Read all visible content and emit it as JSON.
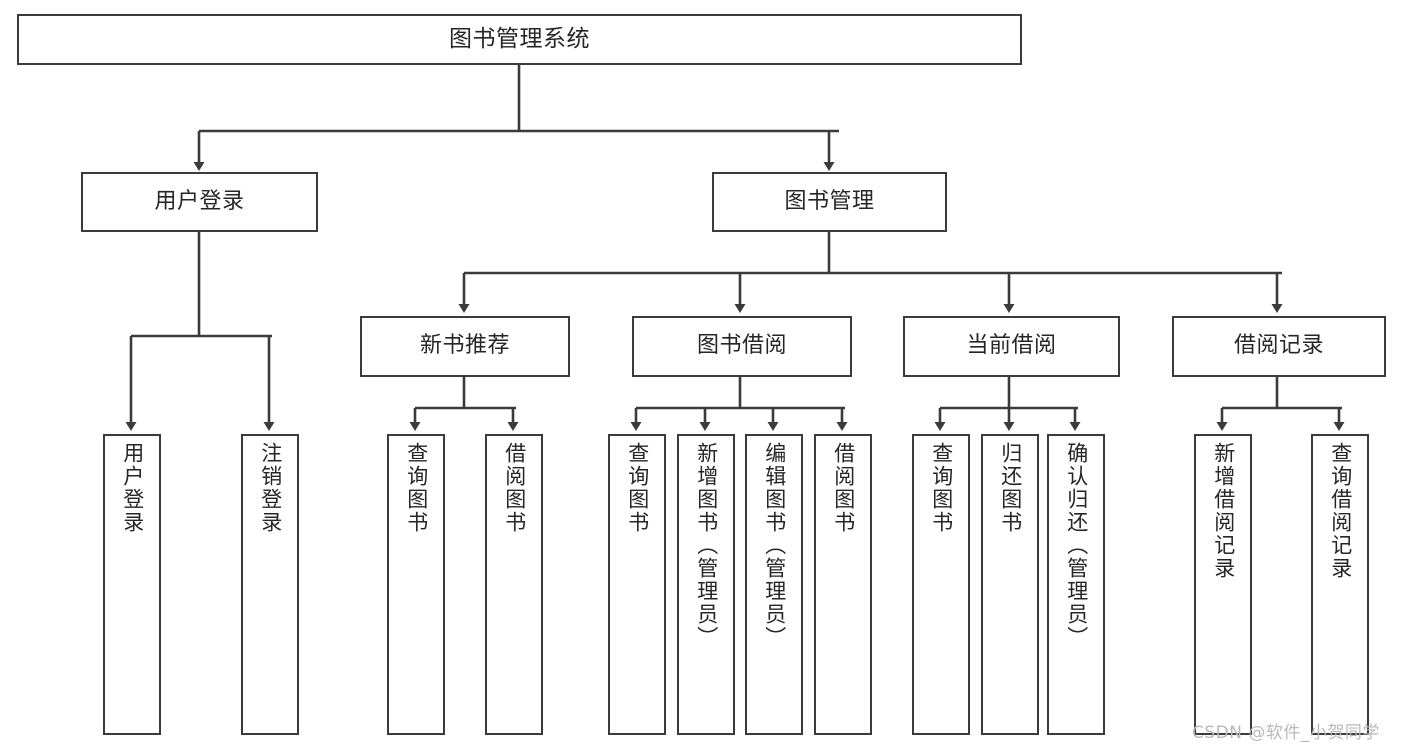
{
  "diagram": {
    "type": "tree",
    "title": "图书管理系统",
    "root": {
      "label": "图书管理系统"
    },
    "level2": [
      {
        "label": "用户登录"
      },
      {
        "label": "图书管理"
      }
    ],
    "level3": [
      {
        "label": "新书推荐"
      },
      {
        "label": "图书借阅"
      },
      {
        "label": "当前借阅"
      },
      {
        "label": "借阅记录"
      }
    ],
    "leaves": {
      "user_login": [
        {
          "label": "用户登录"
        },
        {
          "label": "注销登录"
        }
      ],
      "new_book_recommend": [
        {
          "label": "查询图书"
        },
        {
          "label": "借阅图书"
        }
      ],
      "book_borrow": [
        {
          "label": "查询图书"
        },
        {
          "label": "新增图书（管理员）"
        },
        {
          "label": "编辑图书（管理员）"
        },
        {
          "label": "借阅图书"
        }
      ],
      "current_borrow": [
        {
          "label": "查询图书"
        },
        {
          "label": "归还图书"
        },
        {
          "label": "确认归还（管理员）"
        }
      ],
      "borrow_record": [
        {
          "label": "新增借阅记录"
        },
        {
          "label": "查询借阅记录"
        }
      ]
    }
  },
  "watermark": {
    "text": "CSDN @软件_小贺同学"
  },
  "colors": {
    "line": "#3b3b3b",
    "box_fill": "#ffffff",
    "text": "#262626",
    "watermark": "#b9b9b9",
    "background": "#ffffff"
  }
}
